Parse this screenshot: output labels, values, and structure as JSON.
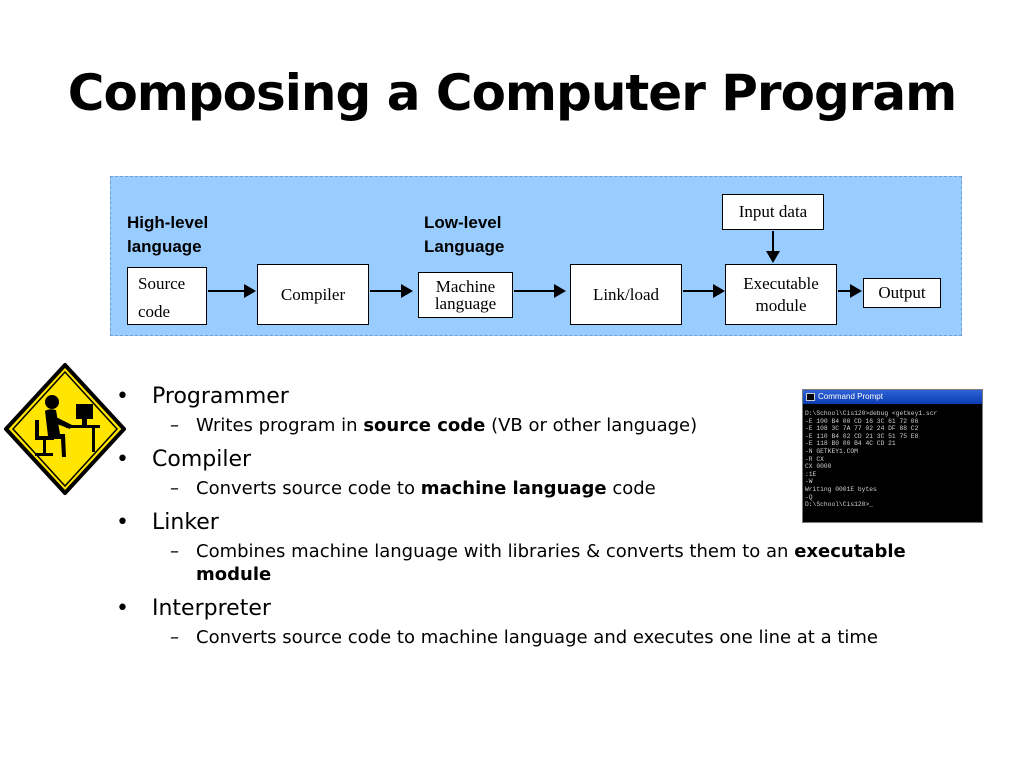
{
  "slide": {
    "title": "Composing a Computer Program"
  },
  "diagram": {
    "high_level_label_1": "High-level",
    "high_level_label_2": "language",
    "low_level_label_1": "Low-level",
    "low_level_label_2": "Language",
    "source_1": "Source",
    "source_2": "code",
    "compiler": "Compiler",
    "machine_1": "Machine",
    "machine_2": "language",
    "linkload": "Link/load",
    "input_data": "Input data",
    "exec_1": "Executable",
    "exec_2": "module",
    "output": "Output"
  },
  "bullets": {
    "programmer": "Programmer",
    "programmer_sub_pre": "Writes program in ",
    "programmer_sub_bold": "source code",
    "programmer_sub_post": " (VB or other language)",
    "compiler": "Compiler",
    "compiler_sub_pre": "Converts source code to ",
    "compiler_sub_bold": "machine language",
    "compiler_sub_post": " code",
    "linker": "Linker",
    "linker_sub_pre": "Combines machine language with libraries & converts them to an ",
    "linker_sub_bold": "executable module",
    "interpreter": "Interpreter",
    "interpreter_sub": "Converts source code to machine language and executes one line at a time"
  },
  "cmd": {
    "title": "Command Prompt",
    "lines": [
      "D:\\School\\Cis120>debug <getkey1.scr",
      "-E 100 B4 00 CD 16 3C 61 72 06",
      "-E 108 3C 7A 77 02 24 DF 88 C2",
      "-E 110 B4 02 CD 21 3C 51 75 E8",
      "-E 118 B0 00 B4 4C CD 21",
      "-N GETKEY1.COM",
      "-R CX",
      "CX 0000",
      ":1E",
      "-W",
      "Writing 0001E bytes",
      "-Q",
      "",
      "D:\\School\\Cis120>_"
    ]
  },
  "colors": {
    "diagram_bg": "#99ccff",
    "sign_yellow": "#ffe500"
  }
}
